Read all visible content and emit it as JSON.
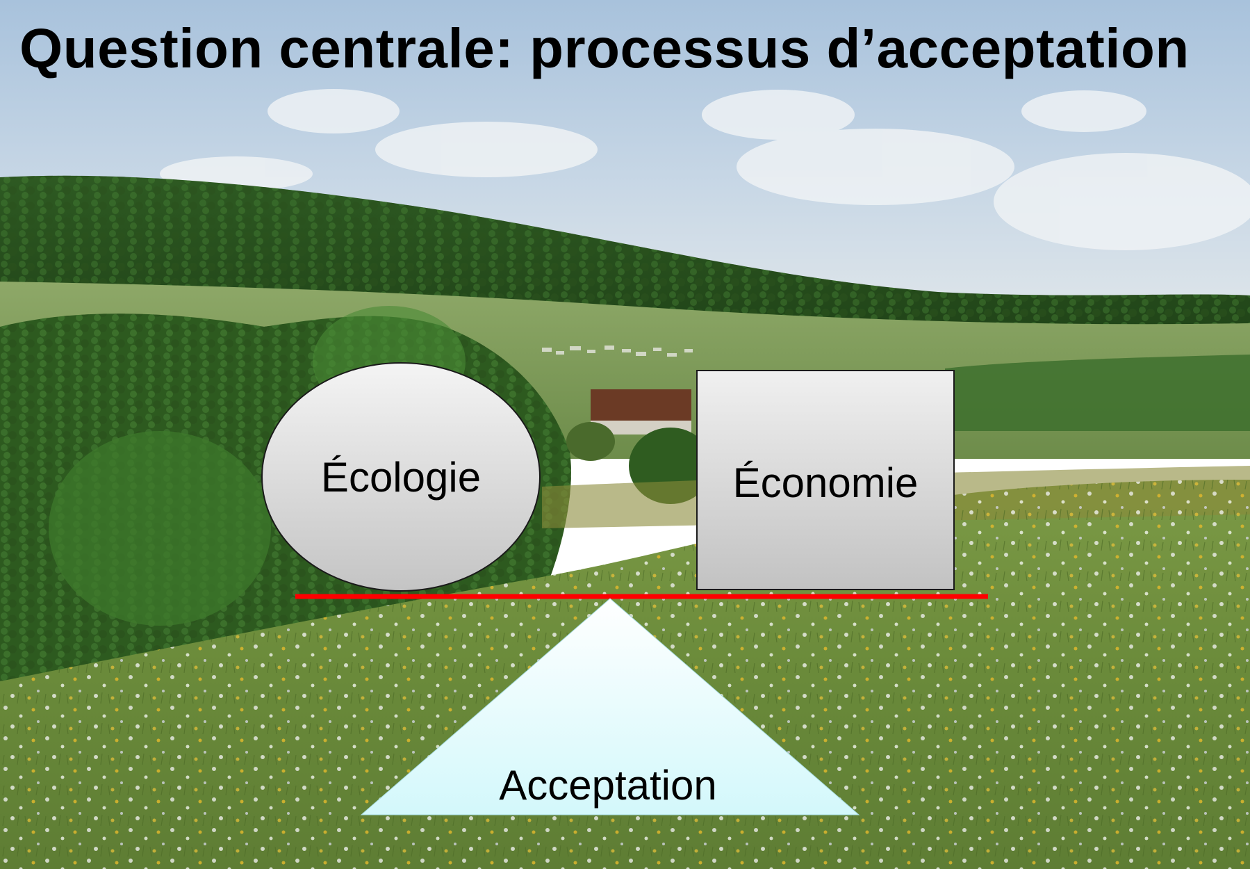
{
  "slide": {
    "title": "Question centrale: processus d’acceptation"
  },
  "diagram": {
    "left_weight": {
      "shape": "ellipse",
      "label": "Écologie"
    },
    "right_weight": {
      "shape": "square",
      "label": "Économie"
    },
    "fulcrum": {
      "shape": "triangle",
      "label": "Acceptation"
    },
    "beam_color": "#ff0000"
  },
  "background": {
    "description_icon": "landscape-photo",
    "colors": {
      "sky": "#a9c3dc",
      "forest": "#2f5a25",
      "meadow": "#6f8f42"
    }
  }
}
